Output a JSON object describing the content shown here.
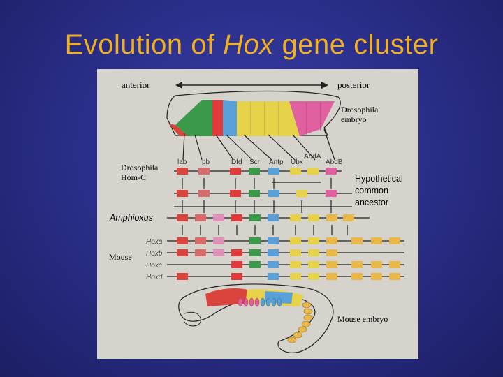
{
  "title": {
    "prefix": "Evolution of ",
    "italic": "Hox",
    "suffix": " gene cluster"
  },
  "axis": {
    "anterior": "anterior",
    "posterior": "posterior"
  },
  "drosophila_embryo": {
    "line1": "Drosophila",
    "line2": "embryo"
  },
  "drosophila_homc": {
    "line1": "Drosophila",
    "line2": "Hom-C"
  },
  "gene_labels": [
    "lab",
    "pb",
    "Dfd",
    "Scr",
    "Antp",
    "Ubx",
    "AbdA",
    "AbdB"
  ],
  "hypothetical": [
    "Hypothetical",
    "common",
    "ancestor"
  ],
  "amphioxus": "Amphioxus",
  "mouse": "Mouse",
  "hox_clusters": [
    "Hoxa",
    "Hoxb",
    "Hoxc",
    "Hoxd"
  ],
  "mouse_embryo": "Mouse embryo",
  "colors": {
    "lab": "#d9443c",
    "pb": "#d96a6a",
    "hox3": "#e090b8",
    "dfd": "#e03a3a",
    "scr": "#3a9a4a",
    "antp": "#5aa0d8",
    "ubx": "#e6d34a",
    "abdb": "#e060a0",
    "post": "#e8b848",
    "line": "#222222"
  }
}
